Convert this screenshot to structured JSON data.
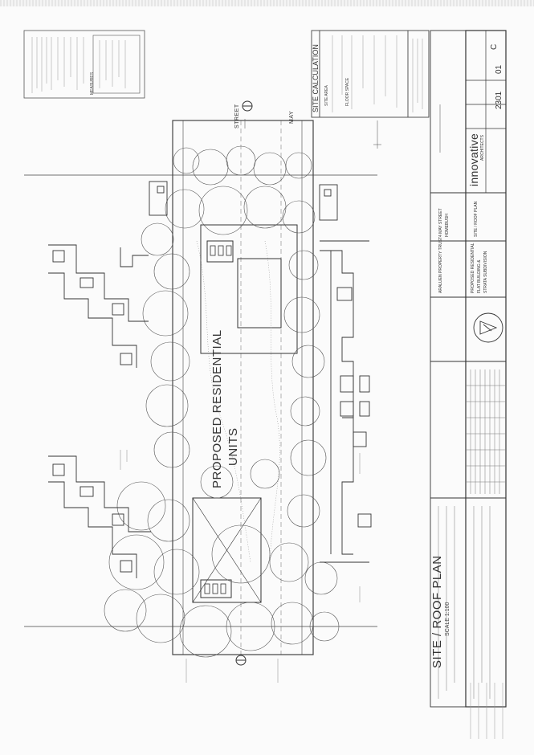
{
  "drawing": {
    "plan_title": "SITE / ROOF PLAN",
    "scale": "SCALE 1:100",
    "units_label_line1": "PROPOSED RESIDENTIAL",
    "units_label_line2": "UNITS",
    "street_label_1": "STREET",
    "street_label_2": "MAY",
    "notes_box_title": "MEASURES",
    "site_calc": {
      "title": "SITE CALCULATION",
      "row1": "SITE AREA",
      "row2": "FLOOR SPACE"
    },
    "title_block": {
      "client": "ARALUEN PROPERTY TRUST",
      "address_line1": "4 MAY STREET",
      "address_line2": "HOMEBUSH",
      "project_line1": "PROPOSED RESIDENTIAL",
      "project_line2": "FLAT BUILDING &",
      "project_line3": "STRATA SUBDIVISION",
      "sheet_title": "SITE / ROOF PLAN",
      "brand": "innovative",
      "brand_sub": "ARCHITECTS",
      "job_no": "2301",
      "revision": "C",
      "sheet_no": "01"
    }
  }
}
